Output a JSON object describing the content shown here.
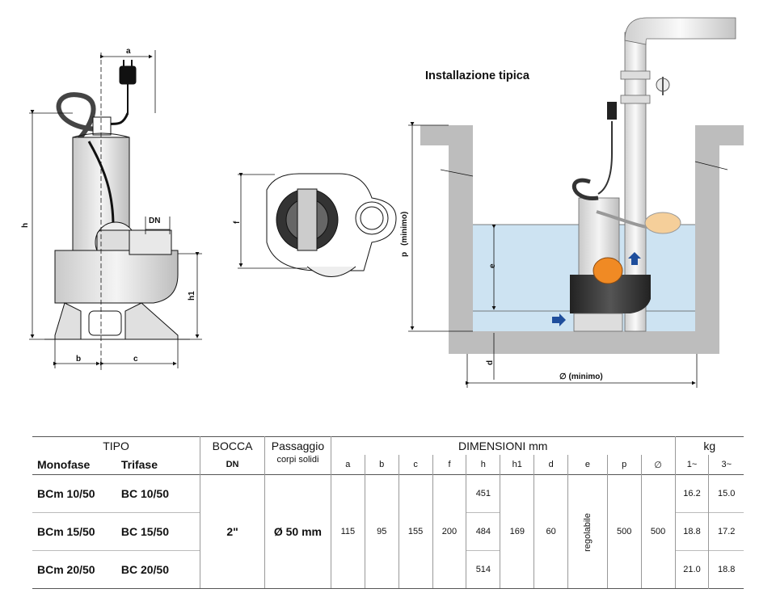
{
  "install": {
    "title": "Installazione tipica",
    "p_label": "p",
    "p_note": "(minimo)",
    "e_label": "e",
    "d_label": "d",
    "dia_label": "∅ (minimo)"
  },
  "dims": {
    "a": "a",
    "b": "b",
    "c": "c",
    "h": "h",
    "h1": "h1",
    "dn": "DN",
    "f": "f"
  },
  "table": {
    "tipo": "TIPO",
    "monofase": "Monofase",
    "trifase": "Trifase",
    "bocca": "BOCCA",
    "dn": "DN",
    "passaggio": "Passaggio",
    "corpi": "corpi solidi",
    "dimensioni": "DIMENSIONI mm",
    "kg": "kg",
    "cols": [
      "a",
      "b",
      "c",
      "f",
      "h",
      "h1",
      "d",
      "e",
      "p",
      "∅"
    ],
    "kg_cols": [
      "1~",
      "3~"
    ],
    "rows": [
      {
        "mono": "BCm 10/50",
        "tri": "BC 10/50",
        "h": "451",
        "kg1": "16.2",
        "kg3": "15.0"
      },
      {
        "mono": "BCm 15/50",
        "tri": "BC 15/50",
        "h": "484",
        "kg1": "18.8",
        "kg3": "17.2"
      },
      {
        "mono": "BCm 20/50",
        "tri": "BC 20/50",
        "h": "514",
        "kg1": "21.0",
        "kg3": "18.8"
      }
    ],
    "shared": {
      "bocca": "2\"",
      "passaggio": "Ø 50 mm",
      "a": "115",
      "b": "95",
      "c": "155",
      "f": "200",
      "h1": "169",
      "d": "60",
      "e": "regolabile",
      "p": "500",
      "dia": "500"
    }
  }
}
